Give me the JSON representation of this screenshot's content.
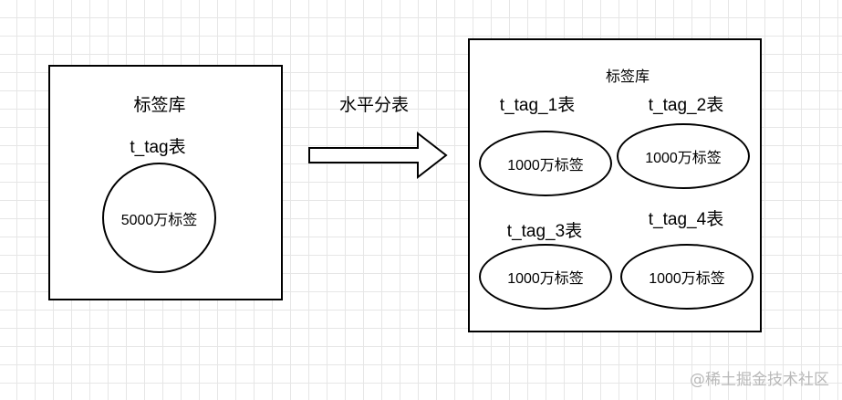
{
  "left": {
    "library_title": "标签库",
    "table_name": "t_tag表",
    "circle_text": "5000万标签"
  },
  "arrow_label": "水平分表",
  "right": {
    "library_title": "标签库",
    "shards": [
      {
        "table_name": "t_tag_1表",
        "ellipse_text": "1000万标签"
      },
      {
        "table_name": "t_tag_2表",
        "ellipse_text": "1000万标签"
      },
      {
        "table_name": "t_tag_3表",
        "ellipse_text": "1000万标签"
      },
      {
        "table_name": "t_tag_4表",
        "ellipse_text": "1000万标签"
      }
    ]
  },
  "watermark": "@稀土掘金技术社区"
}
